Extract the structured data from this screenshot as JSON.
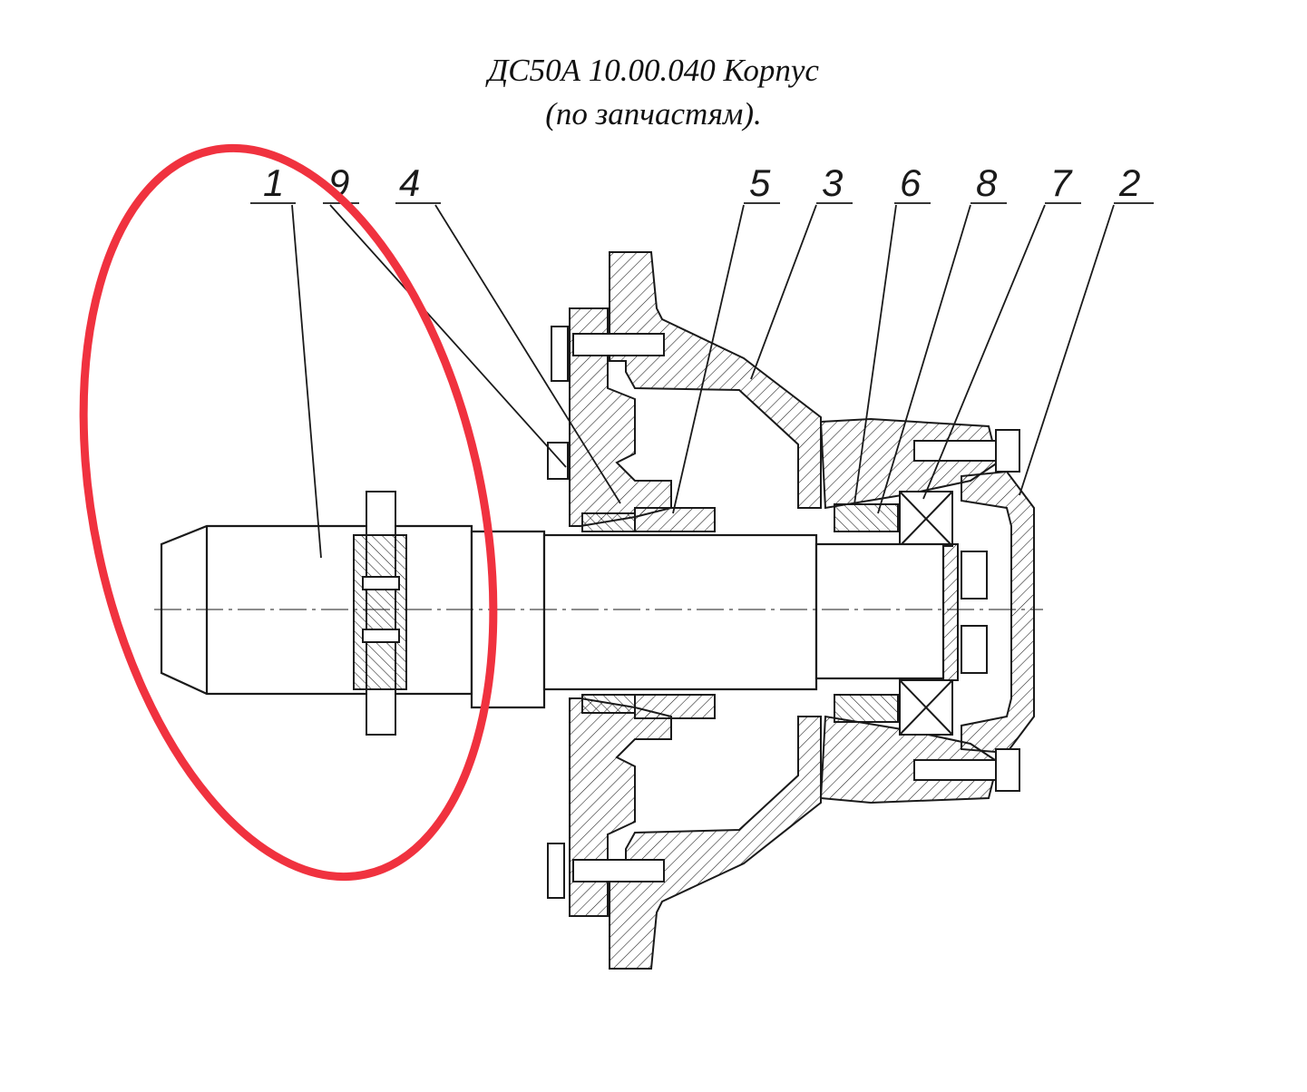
{
  "title": {
    "line1": "ДС50А 10.00.040 Корпус",
    "line2": "(по запчастям)."
  },
  "callouts": [
    {
      "id": "1",
      "label": "1"
    },
    {
      "id": "9",
      "label": "9"
    },
    {
      "id": "4",
      "label": "4"
    },
    {
      "id": "5",
      "label": "5"
    },
    {
      "id": "3",
      "label": "3"
    },
    {
      "id": "6",
      "label": "6"
    },
    {
      "id": "8",
      "label": "8"
    },
    {
      "id": "7",
      "label": "7"
    },
    {
      "id": "2",
      "label": "2"
    }
  ],
  "colors": {
    "ink": "#1a1a1a",
    "highlight": "#f0323f",
    "background": "#ffffff"
  }
}
